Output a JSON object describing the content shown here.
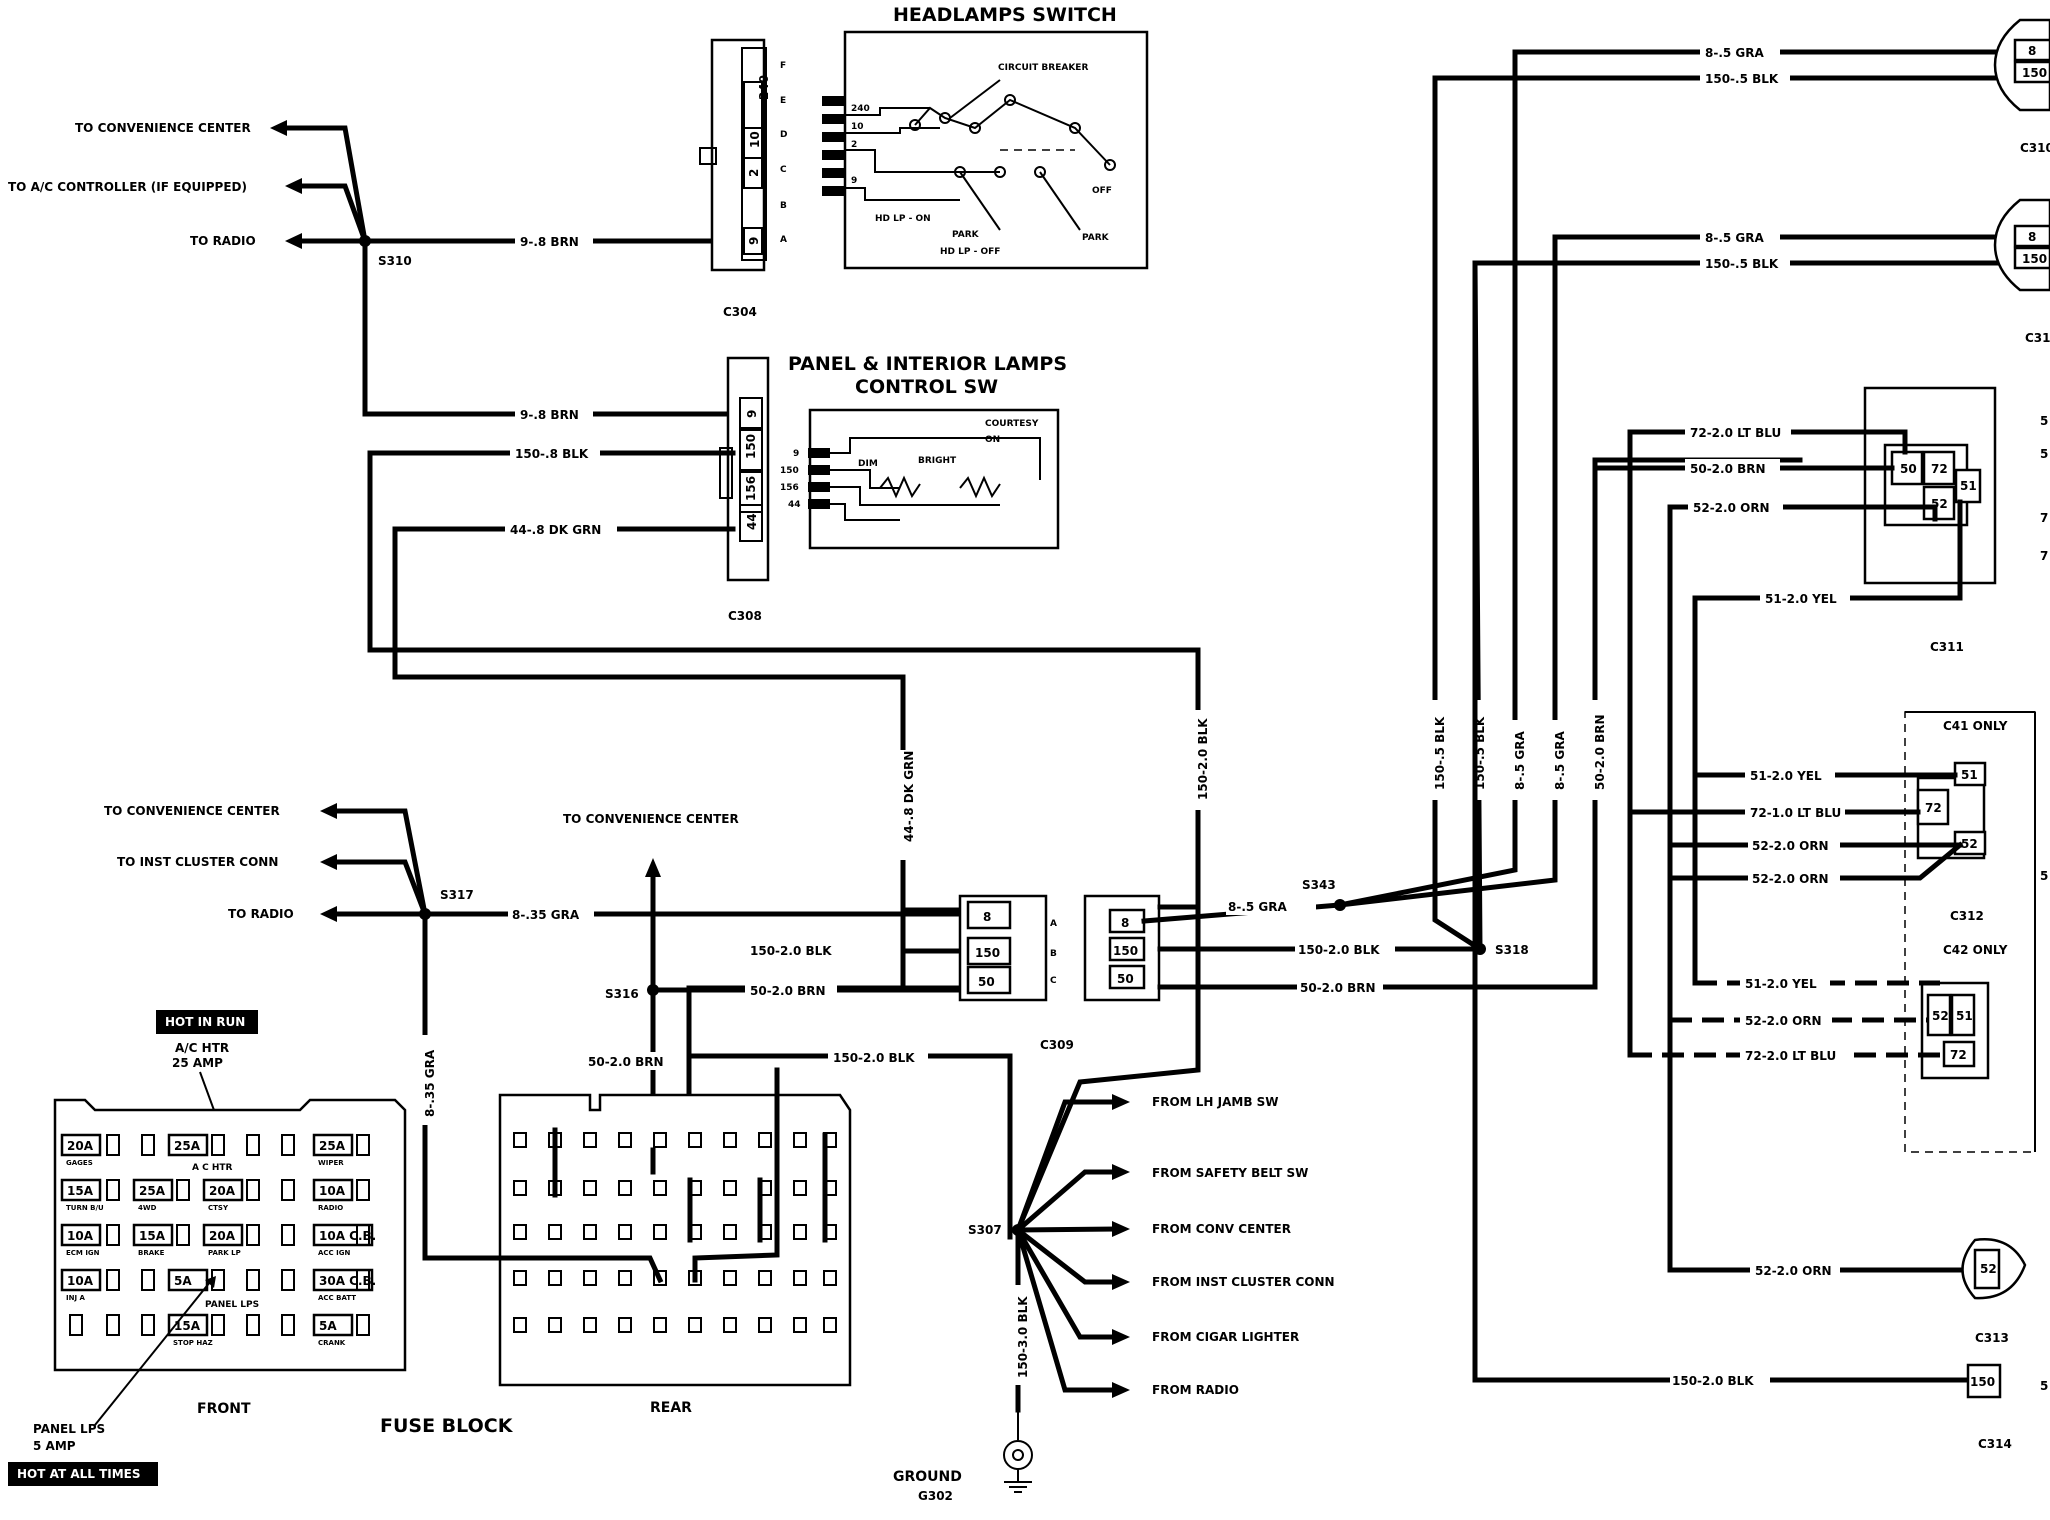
{
  "titles": {
    "headlamps_switch": "HEADLAMPS SWITCH",
    "panel_lamps_1": "PANEL & INTERIOR LAMPS",
    "panel_lamps_2": "CONTROL SW",
    "fuse_block": "FUSE BLOCK",
    "front": "FRONT",
    "rear": "REAR",
    "ground": "GROUND",
    "ground_id": "G302"
  },
  "badges": {
    "hot_in_run": "HOT IN RUN",
    "hot_at_all_times": "HOT AT ALL TIMES"
  },
  "connectors": {
    "c304": "C304",
    "c308": "C308",
    "c309": "C309",
    "c311": "C311",
    "c312": "C312",
    "c313": "C313",
    "c314": "C314",
    "c310a": "C310",
    "c310b": "C31",
    "c41_only": "C41 ONLY",
    "c42_only": "C42 ONLY"
  },
  "splices": {
    "s310": "S310",
    "s317": "S317",
    "s316": "S316",
    "s307": "S307",
    "s343": "S343",
    "s318": "S318"
  },
  "destinations": {
    "to_conv_center": "TO CONVENIENCE CENTER",
    "to_ac_controller": "TO A/C CONTROLLER (IF EQUIPPED)",
    "to_radio": "TO RADIO",
    "to_inst_cluster": "TO INST CLUSTER CONN",
    "from_lh_jamb": "FROM LH JAMB SW",
    "from_safety_belt": "FROM SAFETY BELT SW",
    "from_conv_center": "FROM CONV CENTER",
    "from_inst_cluster": "FROM INST CLUSTER CONN",
    "from_cigar": "FROM CIGAR LIGHTER",
    "from_radio": "FROM RADIO"
  },
  "wires": {
    "w9_brn": "9-.8 BRN",
    "w150_blk_08": "150-.8 BLK",
    "w44_dk_grn": "44-.8 DK GRN",
    "w8_35_gra": "8-.35 GRA",
    "w150_20_blk": "150-2.0 BLK",
    "w50_20_brn": "50-2.0 BRN",
    "w8_5_gra": "8-.5 GRA",
    "w150_5_blk": "150-.5 BLK",
    "w150_30_blk": "150-3.0 BLK",
    "w72_20_lt_blu": "72-2.0 LT BLU",
    "w72_10_lt_blu": "72-1.0 LT BLU",
    "w52_20_orn": "52-2.0 ORN",
    "w51_20_yel": "51-2.0 YEL"
  },
  "headlamp_switch": {
    "circuit_breaker": "CIRCUIT BREAKER",
    "hd_lp_on": "HD LP - ON",
    "hd_lp_off": "HD LP - OFF",
    "park": "PARK",
    "off": "OFF",
    "pins": [
      "240",
      "10",
      "2",
      "9"
    ],
    "pin_letters": [
      "F",
      "E",
      "D",
      "C",
      "B",
      "A"
    ],
    "connector_cells": [
      "240",
      "10",
      "2",
      "9"
    ]
  },
  "panel_switch": {
    "dim": "DIM",
    "bright": "BRIGHT",
    "courtesy": "COURTESY",
    "on": "ON",
    "pins": [
      "9",
      "150",
      "156",
      "44"
    ],
    "connector_cells": [
      "9",
      "150",
      "156",
      "44"
    ]
  },
  "c309_pins": {
    "cells": [
      "8",
      "150",
      "50"
    ],
    "letters": [
      "A",
      "B",
      "C"
    ]
  },
  "fuses": {
    "ac_htr_label": "A/C HTR",
    "ac_htr_amp": "25 AMP",
    "panel_lps_label": "PANEL LPS",
    "panel_lps_amp": "5 AMP",
    "a_c_htr_inline": "A C HTR",
    "panel_lps_inline": "PANEL LPS",
    "rows": [
      [
        {
          "v": "20A",
          "n": "GAGES"
        },
        {
          "v": "25A",
          "n": ""
        },
        {
          "v": "25A",
          "n": "WIPER"
        }
      ],
      [
        {
          "v": "15A",
          "n": "TURN B/U"
        },
        {
          "v": "25A",
          "n": "4WD"
        },
        {
          "v": "20A",
          "n": "CTSY"
        },
        {
          "v": "10A",
          "n": "RADIO"
        }
      ],
      [
        {
          "v": "10A",
          "n": "ECM IGN"
        },
        {
          "v": "15A",
          "n": "BRAKE"
        },
        {
          "v": "20A",
          "n": "PARK LP"
        },
        {
          "v": "10A C.B.",
          "n": "ACC IGN"
        }
      ],
      [
        {
          "v": "10A",
          "n": "INJ A"
        },
        {
          "v": "5A",
          "n": ""
        },
        {
          "v": "30A C.B.",
          "n": "ACC BATT"
        }
      ],
      [
        {
          "v": "15A",
          "n": "STOP HAZ"
        },
        {
          "v": "5A",
          "n": "CRANK"
        }
      ]
    ]
  },
  "c311_cells": [
    "50",
    "72",
    "52",
    "51"
  ],
  "c312_cells": [
    "51",
    "72",
    "52"
  ],
  "c312b_cells": [
    "52",
    "51",
    "72"
  ],
  "c313_cell": "52",
  "c314_cell": "150",
  "right_conn_cells": [
    "8",
    "150",
    "8",
    "150"
  ],
  "margin_numbers": [
    "5",
    "5",
    "7",
    "7",
    "5",
    "5"
  ]
}
